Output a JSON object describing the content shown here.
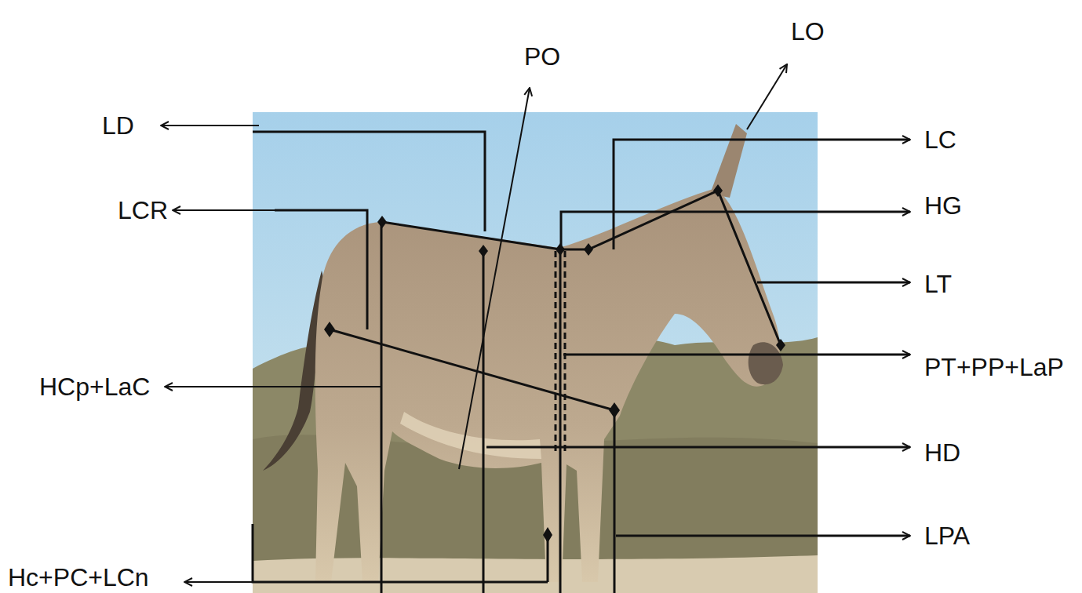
{
  "diagram": {
    "labels": [
      "PO",
      "LO",
      "LD",
      "LC",
      "LCR",
      "HG",
      "LT",
      "PT+PP+LaP",
      "HCp+LaC",
      "HD",
      "LPA",
      "Hc+PC+LCn"
    ]
  }
}
